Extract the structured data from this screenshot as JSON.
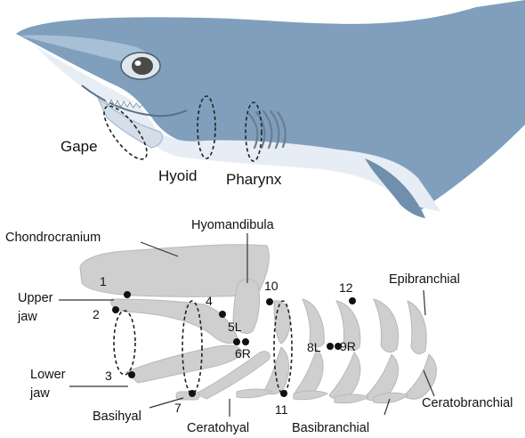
{
  "region_labels": {
    "gape": "Gape",
    "hyoid": "Hyoid",
    "pharynx": "Pharynx"
  },
  "structure_labels": {
    "chondrocranium": "Chondrocranium",
    "hyomandibula": "Hyomandibula",
    "upper_jaw": [
      "Upper",
      "jaw"
    ],
    "lower_jaw": [
      "Lower",
      "jaw"
    ],
    "epibranchial": "Epibranchial",
    "ceratobranchial": "Ceratobranchial",
    "basihyal": "Basihyal",
    "ceratohyal": "Ceratohyal",
    "basibranchial": "Basibranchial"
  },
  "markers": [
    "1",
    "2",
    "3",
    "4",
    "5L",
    "6R",
    "7",
    "8L",
    "9R",
    "10",
    "11",
    "12"
  ],
  "colors": {
    "shark_body": "#7f9fbc",
    "shark_belly": "#e6edf4",
    "cartilage": "#cfcfcf",
    "cartilage_stroke": "#b8b8b8",
    "marker": "#111111"
  }
}
